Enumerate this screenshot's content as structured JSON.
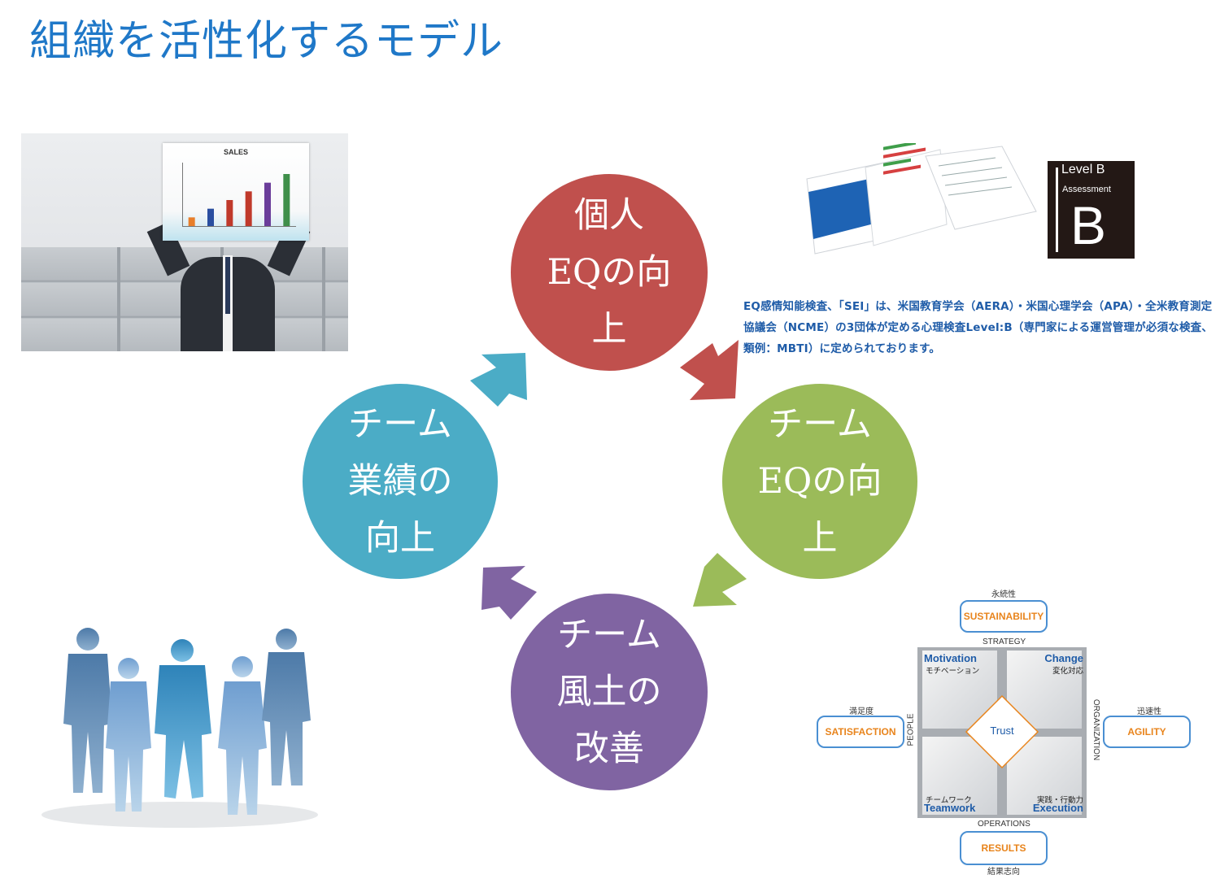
{
  "title": "組織を活性化するモデル",
  "cycle": {
    "top": [
      "個人",
      "EQの向",
      "上"
    ],
    "right": [
      "チーム",
      "EQの向",
      "上"
    ],
    "bottom": [
      "チーム",
      "風土の",
      "改善"
    ],
    "left": [
      "チーム",
      "業績の",
      "向上"
    ]
  },
  "colors": {
    "title": "#1f78c8",
    "individual": "#c0504d",
    "team_eq": "#9bbb59",
    "climate": "#8064a2",
    "performance": "#4bacc6"
  },
  "description": "EQ感情知能検査、「SEI」は、米国教育学会（AERA）・米国心理学会（APA）・全米教育測定協議会（NCME）の3団体が定める心理検査Level:B（専門家による運営管理が必須な検査、類例：MBTI）に定められております。",
  "sales_photo": {
    "title": "SALES",
    "bar_values": [
      1,
      2,
      3,
      4,
      5,
      6
    ],
    "bar_colors": [
      "#e87e2a",
      "#2a4ea0",
      "#c0392b",
      "#c0392b",
      "#6a3d9a",
      "#3f8f4a"
    ]
  },
  "level_badge": {
    "line1": "Level B",
    "line2": "Assessment",
    "letter": "B"
  },
  "framework": {
    "top": {
      "label": "SUSTAINABILITY",
      "jp": "永続性"
    },
    "left": {
      "label": "SATISFACTION",
      "jp": "満足度"
    },
    "right": {
      "label": "AGILITY",
      "jp": "迅速性"
    },
    "bottom": {
      "label": "RESULTS",
      "jp": "結果志向"
    },
    "axes": {
      "top": "STRATEGY",
      "left": "PEOPLE",
      "right": "ORGANIZATION",
      "bottom": "OPERATIONS"
    },
    "center": "Trust",
    "quadrants": {
      "tl": {
        "en": "Motivation",
        "jp": "モチベーション"
      },
      "tr": {
        "en": "Change",
        "jp": "変化対応"
      },
      "bl": {
        "en": "Teamwork",
        "jp": "チームワーク"
      },
      "br": {
        "en": "Execution",
        "jp": "実践・行動力"
      }
    }
  }
}
